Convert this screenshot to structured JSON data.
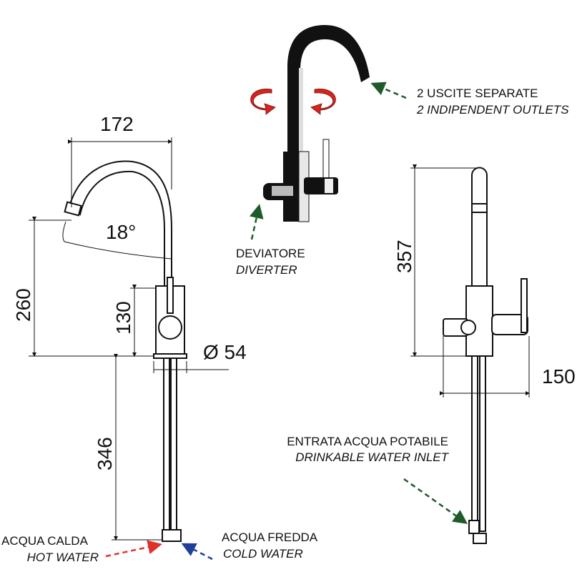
{
  "dimensions": {
    "spout_reach": "172",
    "spout_angle": "18°",
    "total_height": "260",
    "body_height": "130",
    "base_diameter": "Ø 54",
    "hose_length": "346",
    "side_height": "357",
    "side_width": "150"
  },
  "labels": {
    "outlets_it": "2  USCITE  SEPARATE",
    "outlets_en": "2 INDIPENDENT OUTLETS",
    "diverter_it": "DEVIATORE",
    "diverter_en": "DIVERTER",
    "inlet_it": "ENTRATA ACQUA POTABILE",
    "inlet_en": "DRINKABLE WATER INLET",
    "hot_it": "ACQUA CALDA",
    "hot_en": "HOT WATER",
    "cold_it": "ACQUA FREDDA",
    "cold_en": "COLD WATER"
  },
  "colors": {
    "hot": "#e0302a",
    "cold": "#1f3f9a",
    "callout": "#1e5a2a",
    "rotation": "#d8231d"
  }
}
